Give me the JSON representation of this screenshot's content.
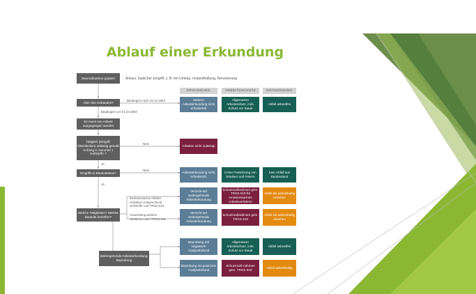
{
  "title": "Ablauf einer Erkundung",
  "caption": "Anlass, baulicher Eingriff, z. B. bei Umbau, Instandhaltung, Renovierung",
  "headers": [
    "ERKUNDUNG",
    "ARBEITSSCHUTZ",
    "ENTSORGUNG"
  ],
  "steps": {
    "start": "Baumaßnahme geplant",
    "age": "Alter des Gebäudes?",
    "assume": "Es muss von Asbest ausgegangen werden",
    "activity": "Tätigkeit (Eingriff, Überdecken) zulässig gemäß Anhang II, Nummer 1 GefStoffV ?",
    "fabric": "Eingriffs in Bausubstanz?",
    "which": "Welche Tätigkeiten? Welche Bauteile betroffen?",
    "further": "Weitergehende Asbesterkundung: Beprobung"
  },
  "labels": {
    "after1993": "Baubeginn nach 31.10.1993",
    "before1993": "Baubeginn vor 31.10.1993",
    "no1": "Nein",
    "yes1": "Ja",
    "no2": "Nein",
    "yes2": "Ja",
    "emission": "Emissionsarme Arbeits-\nverfahren entsprechend\nGefStoffV und TRGS 519",
    "other": "Anwendung anderer\nVerfahren nach TRGS 519"
  },
  "outcomes": {
    "r1": [
      "Weitere Asbesterkundung nicht erforderlich",
      "Allgemeiner Arbeitsschutz, insb. Schutz vor Staub",
      "Abfall asbestfrei"
    ],
    "not_allowed": "Arbeiten nicht zulässig!",
    "r3": [
      "Asbesterkundung nicht erforderlich",
      "Keine Freisetzung von Stäuben und Fasern",
      "Kein Abfall aus Baubestand"
    ],
    "r4": [
      "Verzicht auf weitergehende Asbesterkundung",
      "Schutzmaßnahmen gem. TRGS 519 für emissionsarmes Arbeitsverfahren",
      "Abfall als asbesthaltig ansehen"
    ],
    "r5": [
      "Verzicht auf weitergehende Asbesterkundung",
      "Schutzmaßnahmen gem. TRGS 519",
      "Abfall als asbesthaltig ansehen"
    ],
    "r6": [
      "Beprobung mit negativem Analysebefund",
      "Allgemeiner Arbeitsschutz, insb. Schutz vor Staub",
      "Abfall asbestfrei"
    ],
    "r7": [
      "Beprobung mit positivem Analysebefund",
      "Schutzmaß-nahmen gem. TRGS 519",
      "Abfall asbesthaltig"
    ]
  },
  "colors": {
    "title": "#8ab833",
    "gray": "#5f5f5f",
    "blue": "#5b7d96",
    "teal": "#175e54",
    "maroon": "#7a1f3d",
    "orange": "#e38a10",
    "accent_green": "#8ab833"
  }
}
